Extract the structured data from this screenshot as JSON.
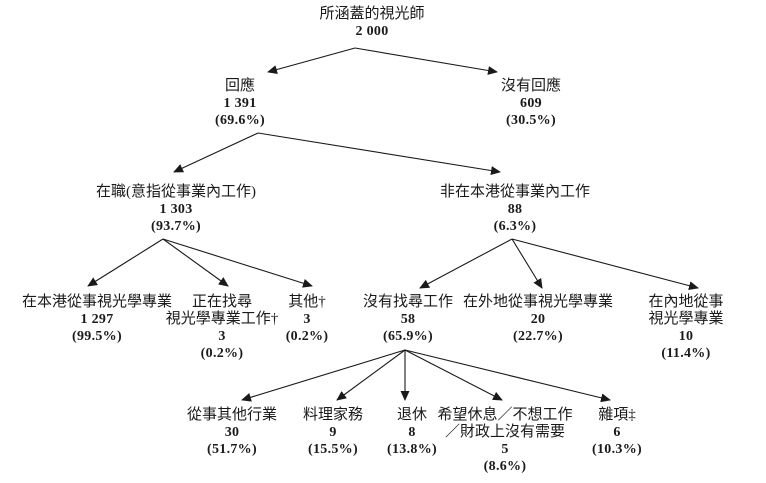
{
  "diagram": {
    "type": "tree-flowchart",
    "accent_color": "#1a1a1a",
    "background_color": "#ffffff",
    "nodes": {
      "root": {
        "label": "所涵蓋的視光師",
        "count": "2 000"
      },
      "resp": {
        "label": "回應",
        "count": "1 391",
        "percent": "(69.6%)"
      },
      "noresp": {
        "label": "沒有回應",
        "count": "609",
        "percent": "(30.5%)"
      },
      "working": {
        "label": "在職(意指從事業內工作)",
        "count": "1 303",
        "percent": "(93.7%)"
      },
      "notlocal": {
        "label": "非在本港從事業內工作",
        "count": "88",
        "percent": "(6.3%)"
      },
      "hkopt": {
        "label": "在本港從事視光學專業",
        "count": "1 297",
        "percent": "(99.5%)"
      },
      "seeking": {
        "label": "正在找尋\n視光學專業工作†",
        "count": "3",
        "percent": "(0.2%)"
      },
      "other": {
        "label": "其他†",
        "count": "3",
        "percent": "(0.2%)"
      },
      "nosearch": {
        "label": "沒有找尋工作",
        "count": "58",
        "percent": "(65.9%)"
      },
      "abroad": {
        "label": "在外地從事視光學專業",
        "count": "20",
        "percent": "(22.7%)"
      },
      "mainland": {
        "label": "在內地從事視光學專業",
        "count": "10",
        "percent": "(11.4%)"
      },
      "otherind": {
        "label": "從事其他行業",
        "count": "30",
        "percent": "(51.7%)"
      },
      "house": {
        "label": "料理家務",
        "count": "9",
        "percent": "(15.5%)"
      },
      "retired": {
        "label": "退休",
        "count": "8",
        "percent": "(13.8%)"
      },
      "rest": {
        "label": "希望休息／不想工作\n／財政上沒有需要",
        "count": "5",
        "percent": "(8.6%)"
      },
      "misc": {
        "label": "雜項‡",
        "count": "6",
        "percent": "(10.3%)"
      }
    }
  }
}
